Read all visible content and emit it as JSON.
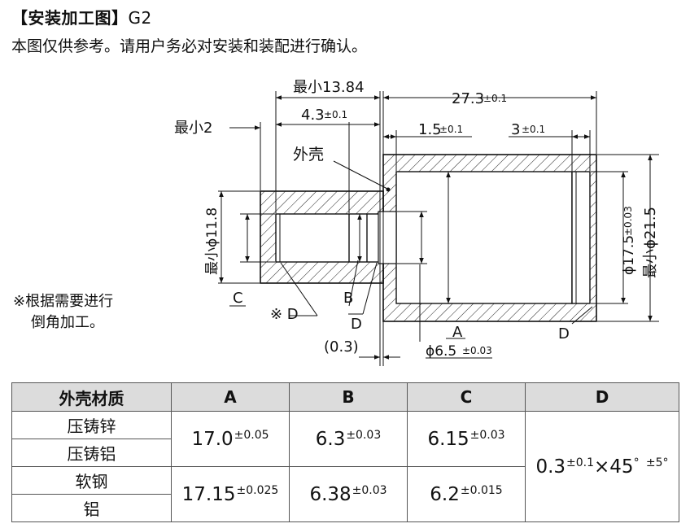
{
  "header": {
    "title_main": "【安装加工图】",
    "title_code": "G2",
    "subtitle": "本图仅供参考。请用户务必对安装和装配进行确认。"
  },
  "note": {
    "line1": "※根据需要进行",
    "line2": "倒角加工。"
  },
  "drawing": {
    "dim_min_1384": "最小13.84",
    "dim_43": "4.3",
    "tol_01": "±0.1",
    "dim_273": "27.3",
    "dim_min2": "最小2",
    "dim_15": "1.5",
    "dim_3": "3",
    "label_shell": "外壳",
    "dim_min_phi118": "最小ϕ11.8",
    "dim_phi175": "ϕ17.5",
    "tol_003": "±0.03",
    "dim_min_phi215": "最小ϕ21.5",
    "label_c": "C",
    "label_b": "B",
    "label_a": "A",
    "label_d": "D",
    "label_note_d": "※ D",
    "dim_03": "(0.3)",
    "dim_phi65": "ϕ6.5"
  },
  "table": {
    "headers": [
      "外壳材质",
      "A",
      "B",
      "C",
      "D"
    ],
    "rows": [
      {
        "material": "压铸锌"
      },
      {
        "material": "压铸铝"
      },
      {
        "material": "软钢"
      },
      {
        "material": "铝"
      }
    ],
    "group1": {
      "a_val": "17.0",
      "a_tol": "±0.05",
      "b_val": "6.3",
      "b_tol": "±0.03",
      "c_val": "6.15",
      "c_tol": "±0.03"
    },
    "group2": {
      "a_val": "17.15",
      "a_tol": "±0.025",
      "b_val": "6.38",
      "b_tol": "±0.03",
      "c_val": "6.2",
      "c_tol": "±0.015"
    },
    "d": {
      "val": "0.3",
      "tol": "±0.1",
      "x45": "×45",
      "deg": "°",
      "deg_tol": "±5°"
    }
  }
}
